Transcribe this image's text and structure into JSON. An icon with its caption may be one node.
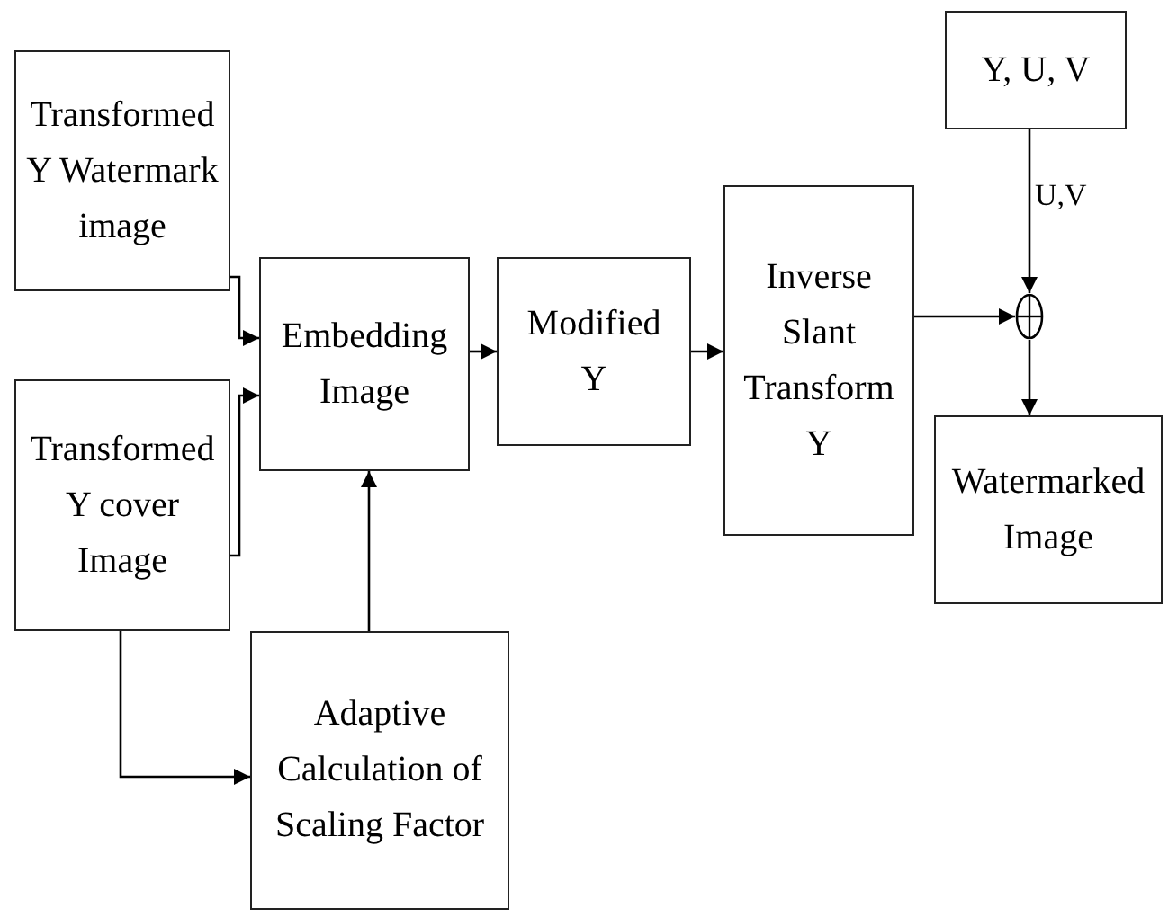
{
  "diagram": {
    "nodes": [
      {
        "text": [
          "Transformed Y Watermark image"
        ]
      },
      {
        "text": [
          "Embedding Image"
        ]
      },
      {
        "text": [
          "Transformed Y cover Image"
        ]
      },
      {
        "text": [
          "Modified Y"
        ]
      },
      {
        "text": [
          "Inverse Slant Transform Y"
        ]
      },
      {
        "text": [
          "Y, U, V"
        ]
      },
      {
        "text": [],
        "shape": "circle"
      },
      {
        "text": [
          "Watermarked Image"
        ]
      },
      {
        "text": [
          "Adaptive Calculation of Scaling Factor"
        ]
      }
    ],
    "edges": [
      {
        "from": 0,
        "to": 1,
        "arrow": "to"
      },
      {
        "from": 2,
        "to": 1,
        "arrow": "to"
      },
      {
        "from": 2,
        "to": 8,
        "arrow": "to"
      },
      {
        "from": 8,
        "to": 1,
        "arrow": "to"
      },
      {
        "from": 1,
        "to": 3,
        "arrow": "to"
      },
      {
        "from": 3,
        "to": 4,
        "arrow": "to"
      },
      {
        "from": 4,
        "to": 6,
        "arrow": "to"
      },
      {
        "from": 5,
        "to": 6,
        "arrow": "to",
        "label": "U,V"
      },
      {
        "from": 6,
        "to": 7,
        "arrow": "to"
      }
    ]
  }
}
